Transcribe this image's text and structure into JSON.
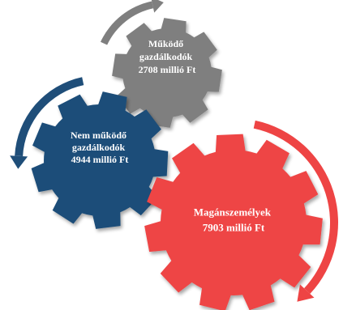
{
  "gears": [
    {
      "id": "mukodo",
      "lines": [
        "Működő",
        "gazdálkodók",
        "2708 millió Ft"
      ],
      "color": "#7f7f7f",
      "arrow_color": "#7f7f7f"
    },
    {
      "id": "nem-mukodo",
      "lines": [
        "Nem működő",
        "gazdálkodók",
        "4944 millió Ft"
      ],
      "color": "#1f4e79",
      "arrow_color": "#1f4e79"
    },
    {
      "id": "maganszemelyek",
      "lines": [
        "Magánszemélyek",
        "7903 millió Ft"
      ],
      "color": "#ee4444",
      "arrow_color": "#ee4444"
    }
  ]
}
